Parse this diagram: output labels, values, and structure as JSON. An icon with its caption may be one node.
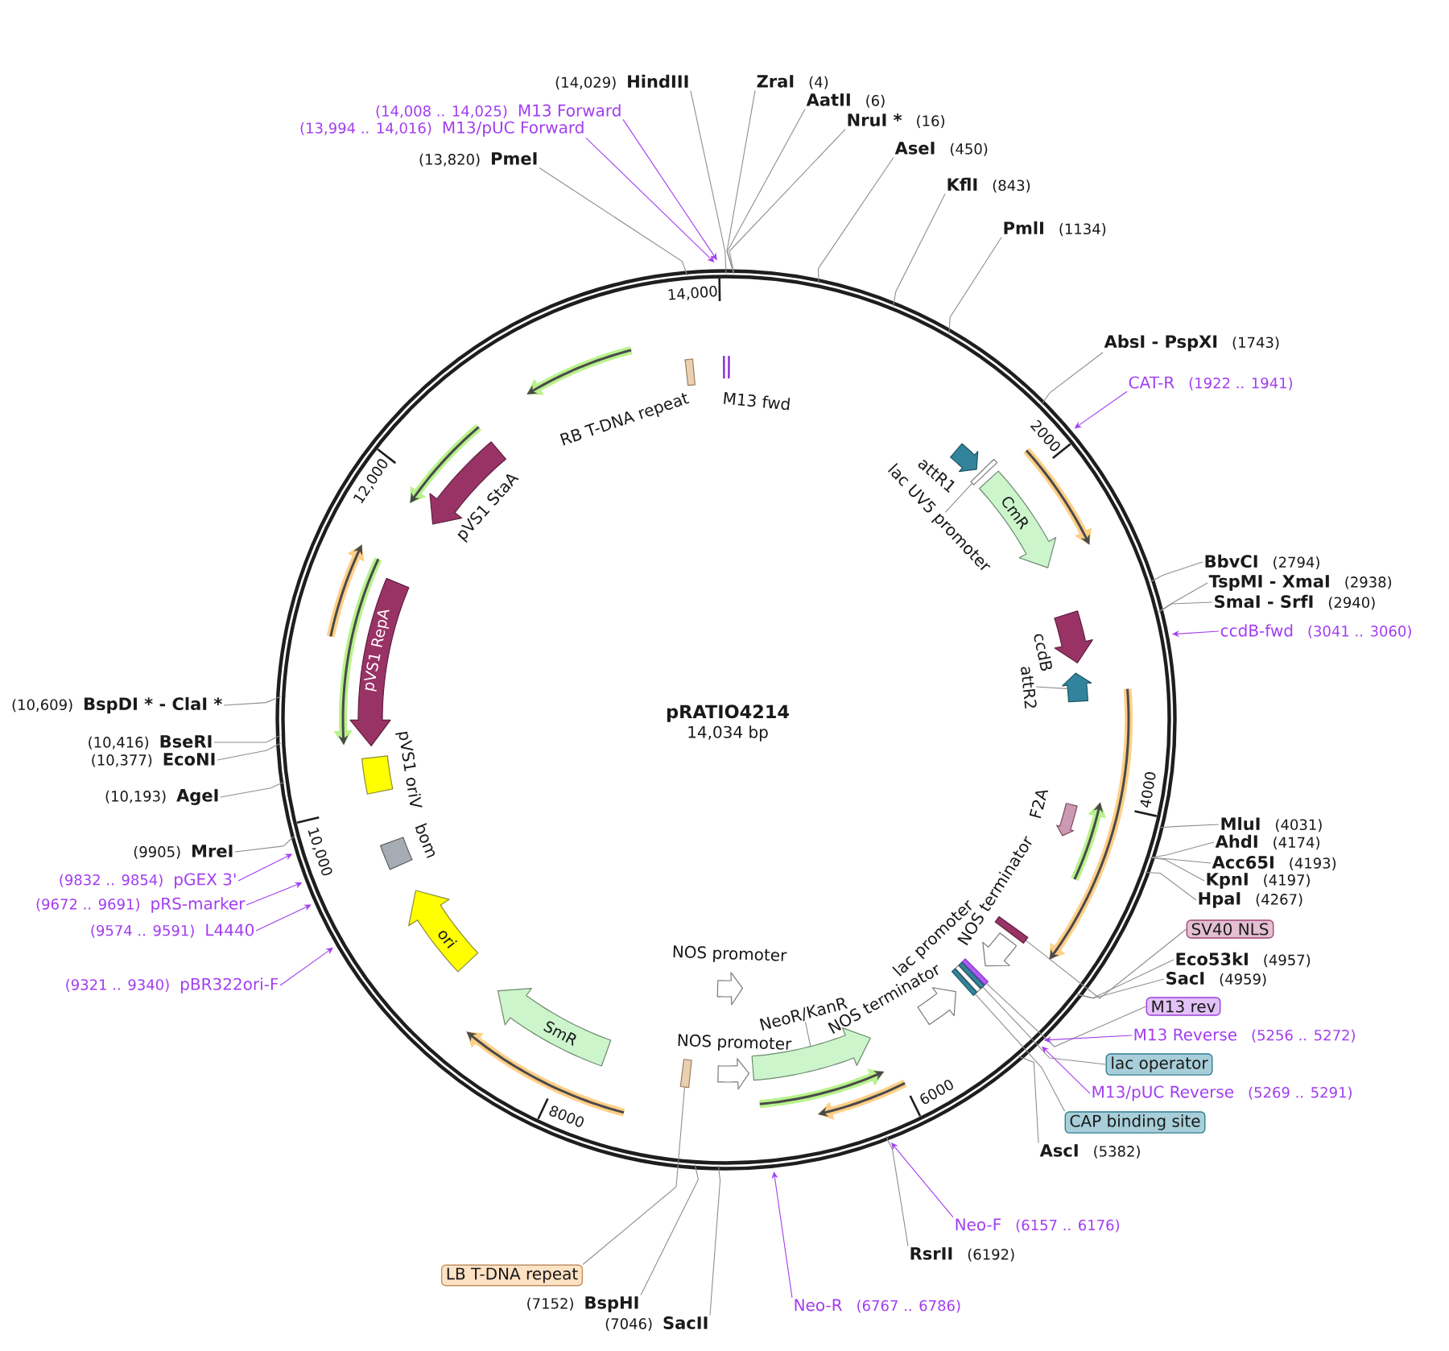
{
  "diagram": {
    "title": "pRATIO4214",
    "nodes": [
      {
        "text": [],
        "shape": "circle"
      },
      {
        "text": [
          "RB T-DNA repeat"
        ],
        "in": 0
      },
      {
        "text": [
          "M13 fwd"
        ],
        "in": 0
      },
      {
        "text": [
          "attR1"
        ],
        "in": 0
      },
      {
        "text": [
          "lac UV5 promoter"
        ],
        "in": 0
      },
      {
        "text": [],
        "shape": "bar",
        "in": 0
      },
      {
        "text": [
          "CmR"
        ],
        "in": 0
      },
      {
        "text": [
          "ccdB"
        ],
        "in": 0
      },
      {
        "text": [
          "attR2"
        ],
        "in": 0
      },
      {
        "text": [],
        "shape": "arrow",
        "in": 0
      },
      {
        "text": [
          "F2A"
        ],
        "in": 0
      },
      {
        "text": [
          "NOS terminator"
        ],
        "in": 0
      },
      {
        "text": [],
        "shape": "bar",
        "in": 0
      },
      {
        "text": [
          "lac promoter"
        ],
        "in": 0
      },
      {
        "text": [],
        "shape": "bar",
        "in": 0
      },
      {
        "text": [],
        "shape": "bar",
        "in": 0
      },
      {
        "text": [],
        "shape": "bar",
        "in": 0
      },
      {
        "text": [
          "NOS terminator"
        ],
        "in": 0
      },
      {
        "text": [
          "NeoR/KanR"
        ],
        "in": 0
      },
      {
        "text": [],
        "shape": "arrow",
        "in": 0
      },
      {
        "text": [
          "NOS promoter"
        ],
        "in": 0
      },
      {
        "text": [
          "NOS promoter"
        ],
        "in": 0
      },
      {
        "text": [],
        "shape": "bar",
        "in": 0
      },
      {
        "text": [
          "SmR"
        ],
        "in": 0
      },
      {
        "text": [
          "ori"
        ],
        "in": 0
      },
      {
        "text": [
          "bom"
        ],
        "in": 0
      },
      {
        "text": [
          "pVS1 oriV"
        ],
        "in": 0
      },
      {
        "text": [
          "pVS1 RepA"
        ],
        "in": 0
      },
      {
        "text": [
          "pVS1 StaA"
        ],
        "in": 0
      },
      {
        "text": [
          "(13,820)",
          "PmeI"
        ]
      },
      {
        "text": [
          "(13,994 .. 14,016)",
          "M13/pUC Forward"
        ]
      },
      {
        "text": [
          "(14,008 .. 14,025)",
          "M13 Forward"
        ]
      },
      {
        "text": [
          "(14,029)",
          "HindIII"
        ]
      },
      {
        "text": [
          "ZraI",
          "(4)"
        ]
      },
      {
        "text": [
          "AatII",
          "(6)"
        ]
      },
      {
        "text": [
          "NruI *",
          "(16)"
        ]
      },
      {
        "text": [
          "AseI",
          "(450)"
        ]
      },
      {
        "text": [
          "KflI",
          "(843)"
        ]
      },
      {
        "text": [
          "PmlI",
          "(1134)"
        ]
      },
      {
        "text": [
          "AbsI - PspXI",
          "(1743)"
        ]
      },
      {
        "text": [
          "CAT-R",
          "(1922 .. 1941)"
        ]
      },
      {
        "text": [
          "BbvCI",
          "(2794)"
        ]
      },
      {
        "text": [
          "TspMI - XmaI",
          "(2938)"
        ]
      },
      {
        "text": [
          "SmaI - SrfI",
          "(2940)"
        ]
      },
      {
        "text": [
          "ccdB-fwd",
          "(3041 .. 3060)"
        ]
      },
      {
        "text": [
          "MluI",
          "(4031)"
        ]
      },
      {
        "text": [
          "AhdI",
          "(4174)"
        ]
      },
      {
        "text": [
          "Acc65I",
          "(4193)"
        ]
      },
      {
        "text": [
          "KpnI",
          "(4197)"
        ]
      },
      {
        "text": [
          "HpaI",
          "(4267)"
        ]
      },
      {
        "text": [
          "SV40 NLS"
        ]
      },
      {
        "text": [
          "Eco53kI",
          "(4957)"
        ]
      },
      {
        "text": [
          "SacI",
          "(4959)"
        ]
      },
      {
        "text": [
          "M13 rev"
        ]
      },
      {
        "text": [
          "M13 Reverse",
          "(5256 .. 5272)"
        ]
      },
      {
        "text": [
          "lac operator"
        ]
      },
      {
        "text": [
          "M13/pUC Reverse",
          "(5269 .. 5291)"
        ]
      },
      {
        "text": [
          "CAP binding site"
        ]
      },
      {
        "text": [
          "AscI",
          "(5382)"
        ]
      },
      {
        "text": [
          "Neo-F",
          "(6157 .. 6176)"
        ]
      },
      {
        "text": [
          "RsrII",
          "(6192)"
        ]
      },
      {
        "text": [
          "Neo-R",
          "(6767 .. 6786)"
        ]
      },
      {
        "text": [
          "(7046)",
          "SacII"
        ]
      },
      {
        "text": [
          "(7152)",
          "BspHI"
        ]
      },
      {
        "text": [
          "LB T-DNA repeat"
        ]
      },
      {
        "text": [
          "(9321 .. 9340)",
          "pBR322ori-F"
        ]
      },
      {
        "text": [
          "(9574 .. 9591)",
          "L4440"
        ]
      },
      {
        "text": [
          "(9672 .. 9691)",
          "pRS-marker"
        ]
      },
      {
        "text": [
          "(9832 .. 9854)",
          "pGEX 3'"
        ]
      },
      {
        "text": [
          "(9905)",
          "MreI"
        ]
      },
      {
        "text": [
          "(10,193)",
          "AgeI"
        ]
      },
      {
        "text": [
          "(10,377)",
          "EcoNI"
        ]
      },
      {
        "text": [
          "(10,416)",
          "BseRI"
        ]
      },
      {
        "text": [
          "(10,609)",
          "BspDI * - ClaI *"
        ]
      }
    ],
    "edges": [
      {
        "from": 4,
        "to": 5,
        "arrow": "none"
      },
      {
        "from": 8,
        "to": 9,
        "arrow": "none"
      },
      {
        "from": 18,
        "to": 19,
        "arrow": "none"
      },
      {
        "from": 29,
        "to": 0,
        "arrow": "none"
      },
      {
        "from": 30,
        "to": 0,
        "arrow": "to",
        "color": "#a23ef0"
      },
      {
        "from": 31,
        "to": 0,
        "arrow": "to",
        "color": "#a23ef0"
      },
      {
        "from": 32,
        "to": 0,
        "arrow": "none"
      },
      {
        "from": 33,
        "to": 0,
        "arrow": "none"
      },
      {
        "from": 34,
        "to": 0,
        "arrow": "none"
      },
      {
        "from": 35,
        "to": 0,
        "arrow": "none"
      },
      {
        "from": 36,
        "to": 0,
        "arrow": "none"
      },
      {
        "from": 37,
        "to": 0,
        "arrow": "none"
      },
      {
        "from": 38,
        "to": 0,
        "arrow": "none"
      },
      {
        "from": 39,
        "to": 0,
        "arrow": "none"
      },
      {
        "from": 40,
        "to": 0,
        "arrow": "to",
        "color": "#a23ef0"
      },
      {
        "from": 41,
        "to": 0,
        "arrow": "none"
      },
      {
        "from": 42,
        "to": 0,
        "arrow": "none"
      },
      {
        "from": 43,
        "to": 0,
        "arrow": "none"
      },
      {
        "from": 44,
        "to": 0,
        "arrow": "to",
        "color": "#a23ef0"
      },
      {
        "from": 45,
        "to": 0,
        "arrow": "none"
      },
      {
        "from": 46,
        "to": 0,
        "arrow": "none"
      },
      {
        "from": 47,
        "to": 0,
        "arrow": "none"
      },
      {
        "from": 48,
        "to": 0,
        "arrow": "none"
      },
      {
        "from": 49,
        "to": 0,
        "arrow": "none"
      },
      {
        "from": 50,
        "to": 12,
        "arrow": "none"
      },
      {
        "from": 51,
        "to": 0,
        "arrow": "none"
      },
      {
        "from": 52,
        "to": 0,
        "arrow": "none"
      },
      {
        "from": 53,
        "to": 14,
        "arrow": "none"
      },
      {
        "from": 54,
        "to": 0,
        "arrow": "to",
        "color": "#a23ef0"
      },
      {
        "from": 55,
        "to": 15,
        "arrow": "none"
      },
      {
        "from": 56,
        "to": 0,
        "arrow": "to",
        "color": "#a23ef0"
      },
      {
        "from": 57,
        "to": 16,
        "arrow": "none"
      },
      {
        "from": 58,
        "to": 0,
        "arrow": "none"
      },
      {
        "from": 59,
        "to": 0,
        "arrow": "to",
        "color": "#a23ef0"
      },
      {
        "from": 60,
        "to": 0,
        "arrow": "none"
      },
      {
        "from": 61,
        "to": 0,
        "arrow": "to",
        "color": "#a23ef0"
      },
      {
        "from": 62,
        "to": 0,
        "arrow": "none"
      },
      {
        "from": 63,
        "to": 0,
        "arrow": "none"
      },
      {
        "from": 64,
        "to": 22,
        "arrow": "none"
      },
      {
        "from": 65,
        "to": 0,
        "arrow": "to",
        "color": "#a23ef0"
      },
      {
        "from": 66,
        "to": 0,
        "arrow": "to",
        "color": "#a23ef0"
      },
      {
        "from": 67,
        "to": 0,
        "arrow": "to",
        "color": "#a23ef0"
      },
      {
        "from": 68,
        "to": 0,
        "arrow": "to",
        "color": "#a23ef0"
      },
      {
        "from": 69,
        "to": 0,
        "arrow": "none"
      },
      {
        "from": 70,
        "to": 0,
        "arrow": "none"
      },
      {
        "from": 71,
        "to": 0,
        "arrow": "none"
      },
      {
        "from": 72,
        "to": 0,
        "arrow": "none"
      },
      {
        "from": 73,
        "to": 0,
        "arrow": "none"
      }
    ],
    "labels": [
      "14,034 bp",
      "14,000",
      "2000",
      "4000",
      "6000",
      "8000",
      "10,000",
      "12,000"
    ]
  }
}
